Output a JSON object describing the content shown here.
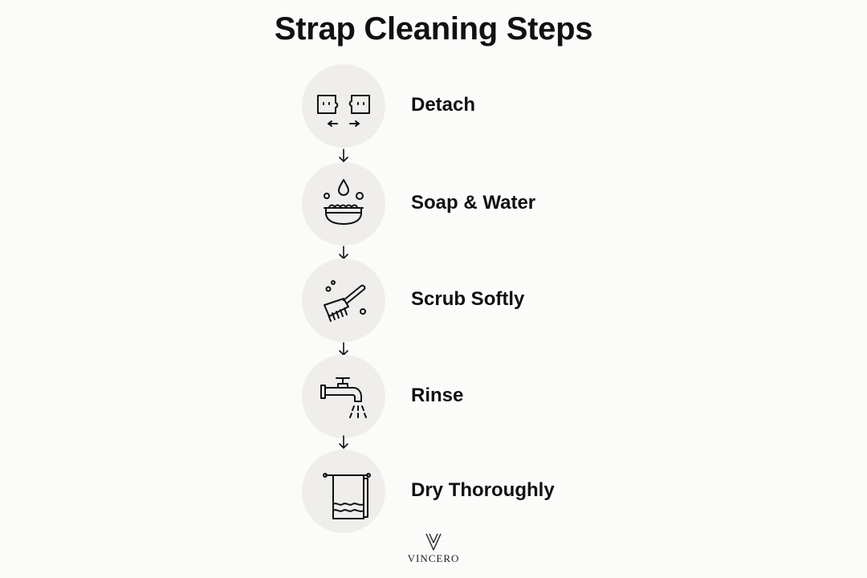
{
  "title": "Strap Cleaning Steps",
  "steps": [
    {
      "label": "Detach",
      "icon": "detach-strap-icon"
    },
    {
      "label": "Soap & Water",
      "icon": "soap-bowl-icon"
    },
    {
      "label": "Scrub Softly",
      "icon": "scrub-brush-icon"
    },
    {
      "label": "Rinse",
      "icon": "faucet-icon"
    },
    {
      "label": "Dry Thoroughly",
      "icon": "towel-icon"
    }
  ],
  "brand": {
    "name": "VINCERO"
  },
  "colors": {
    "background": "#fbfbfa",
    "circle": "#efeeec",
    "ink": "#111111"
  }
}
